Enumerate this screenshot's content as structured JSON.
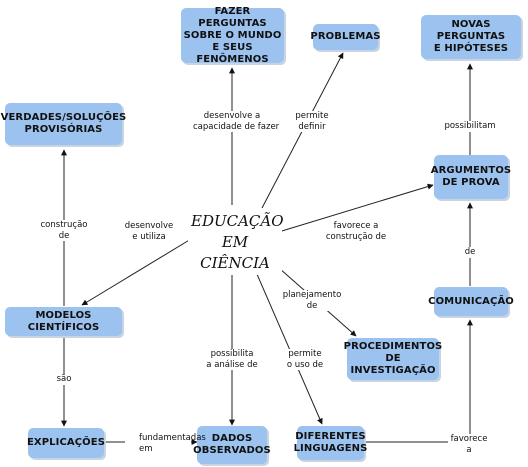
{
  "center": {
    "line1": "EDUCAÇÃO",
    "line2": "EM CIÊNCIA"
  },
  "nodes": {
    "fazer": {
      "line1": "FAZER PERGUNTAS",
      "line2": "SOBRE O MUNDO",
      "line3": "E SEUS FENÔMENOS"
    },
    "problemas": {
      "line1": "PROBLEMAS"
    },
    "novas": {
      "line1": "NOVAS PERGUNTAS",
      "line2": "E HIPÓTESES"
    },
    "verdades": {
      "line1": "VERDADES/SOLUÇÕES",
      "line2": "PROVISÓRIAS"
    },
    "argumentos": {
      "line1": "ARGUMENTOS",
      "line2": "DE PROVA"
    },
    "comunicacao": {
      "line1": "COMUNICAÇÃO"
    },
    "modelos": {
      "line1": "MODELOS CIENTÍFICOS"
    },
    "procedimentos": {
      "line1": "PROCEDIMENTOS",
      "line2": "DE INVESTIGAÇÃO"
    },
    "explicacoes": {
      "line1": "EXPLICAÇÕES"
    },
    "dados": {
      "line1": "DADOS",
      "line2": "OBSERVADOS"
    },
    "linguagens": {
      "line1": "DIFERENTES",
      "line2": "LINGUAGENS"
    }
  },
  "links": {
    "desenvolve_capacidade": {
      "line1": "desenvolve a",
      "line2": "capacidade de fazer"
    },
    "permite_definir": {
      "line1": "permite",
      "line2": "definir"
    },
    "possibilitam": {
      "line1": "possibilitam"
    },
    "construcao_de": {
      "line1": "construção",
      "line2": "de"
    },
    "desenvolve_utiliza": {
      "line1": "desenvolve",
      "line2": "e utiliza"
    },
    "favorece_construcao": {
      "line1": "favorece a",
      "line2": "construção de"
    },
    "de": {
      "line1": "de"
    },
    "planejamento_de": {
      "line1": "planejamento",
      "line2": "de"
    },
    "sao": {
      "line1": "são"
    },
    "possibilita_analise": {
      "line1": "possibilita",
      "line2": "a análise de"
    },
    "permite_uso": {
      "line1": "permite",
      "line2": "o uso de"
    },
    "fundamentadas_em": {
      "line1": "fundamentadas",
      "line2": "em"
    },
    "favorece_a": {
      "line1": "favorece",
      "line2": "a"
    }
  }
}
